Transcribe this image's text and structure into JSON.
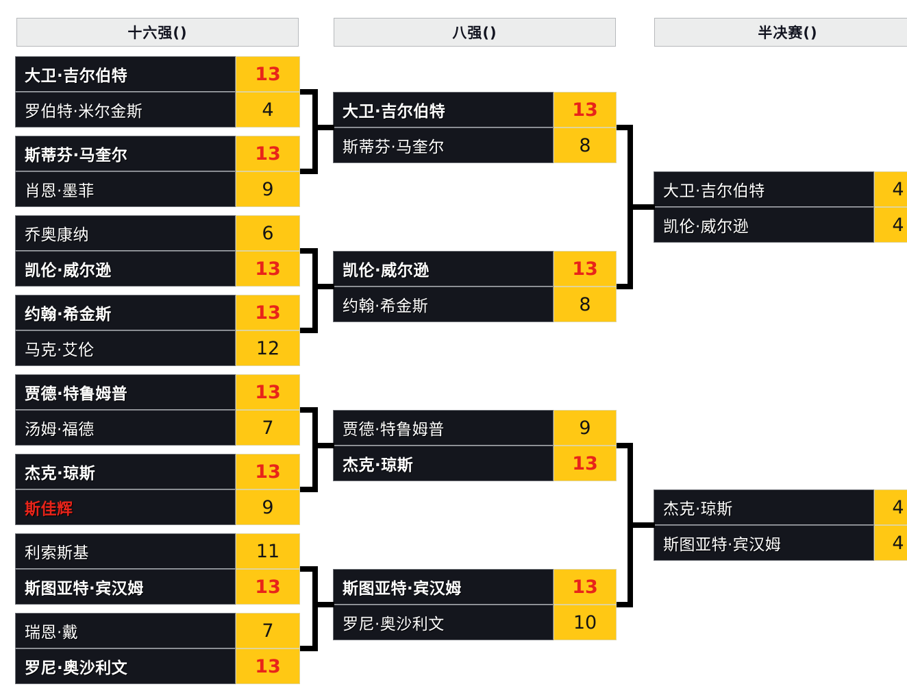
{
  "headers": [
    {
      "label": "十六强()"
    },
    {
      "label": "八强()"
    },
    {
      "label": "半决赛()"
    }
  ],
  "colors": {
    "panel": "#14161d",
    "score_bg": "#ffc814",
    "winner_score": "#e8241a",
    "header_bg": "#eceded",
    "connector": "#000000",
    "highlight_player": "#e8241a"
  },
  "rounds": {
    "r16": {
      "name": "十六强()",
      "matches": [
        {
          "top": {
            "player": "大卫·吉尔伯特",
            "score": "13",
            "winner": true
          },
          "bottom": {
            "player": "罗伯特·米尔金斯",
            "score": "4",
            "winner": false
          }
        },
        {
          "top": {
            "player": "斯蒂芬·马奎尔",
            "score": "13",
            "winner": true
          },
          "bottom": {
            "player": "肖恩·墨菲",
            "score": "9",
            "winner": false
          }
        },
        {
          "top": {
            "player": "乔奥康纳",
            "score": "6",
            "winner": false
          },
          "bottom": {
            "player": "凯伦·威尔逊",
            "score": "13",
            "winner": true
          }
        },
        {
          "top": {
            "player": "约翰·希金斯",
            "score": "13",
            "winner": true
          },
          "bottom": {
            "player": "马克·艾伦",
            "score": "12",
            "winner": false
          }
        },
        {
          "top": {
            "player": "贾德·特鲁姆普",
            "score": "13",
            "winner": true
          },
          "bottom": {
            "player": "汤姆·福德",
            "score": "7",
            "winner": false
          }
        },
        {
          "top": {
            "player": "杰克·琼斯",
            "score": "13",
            "winner": true
          },
          "bottom": {
            "player": "斯佳辉",
            "score": "9",
            "winner": false,
            "highlight": true
          }
        },
        {
          "top": {
            "player": "利索斯基",
            "score": "11",
            "winner": false
          },
          "bottom": {
            "player": "斯图亚特·宾汉姆",
            "score": "13",
            "winner": true
          }
        },
        {
          "top": {
            "player": "瑞恩·戴",
            "score": "7",
            "winner": false
          },
          "bottom": {
            "player": "罗尼·奥沙利文",
            "score": "13",
            "winner": true
          }
        }
      ]
    },
    "qf": {
      "name": "八强()",
      "matches": [
        {
          "top": {
            "player": "大卫·吉尔伯特",
            "score": "13",
            "winner": true
          },
          "bottom": {
            "player": "斯蒂芬·马奎尔",
            "score": "8",
            "winner": false
          }
        },
        {
          "top": {
            "player": "凯伦·威尔逊",
            "score": "13",
            "winner": true
          },
          "bottom": {
            "player": "约翰·希金斯",
            "score": "8",
            "winner": false
          }
        },
        {
          "top": {
            "player": "贾德·特鲁姆普",
            "score": "9",
            "winner": false
          },
          "bottom": {
            "player": "杰克·琼斯",
            "score": "13",
            "winner": true
          }
        },
        {
          "top": {
            "player": "斯图亚特·宾汉姆",
            "score": "13",
            "winner": true
          },
          "bottom": {
            "player": "罗尼·奥沙利文",
            "score": "10",
            "winner": false
          }
        }
      ]
    },
    "sf": {
      "name": "半决赛()",
      "matches": [
        {
          "top": {
            "player": "大卫·吉尔伯特",
            "score": "4",
            "winner": false
          },
          "bottom": {
            "player": "凯伦·威尔逊",
            "score": "4",
            "winner": false
          }
        },
        {
          "top": {
            "player": "杰克·琼斯",
            "score": "4",
            "winner": false
          },
          "bottom": {
            "player": "斯图亚特·宾汉姆",
            "score": "4",
            "winner": false
          }
        }
      ]
    }
  }
}
